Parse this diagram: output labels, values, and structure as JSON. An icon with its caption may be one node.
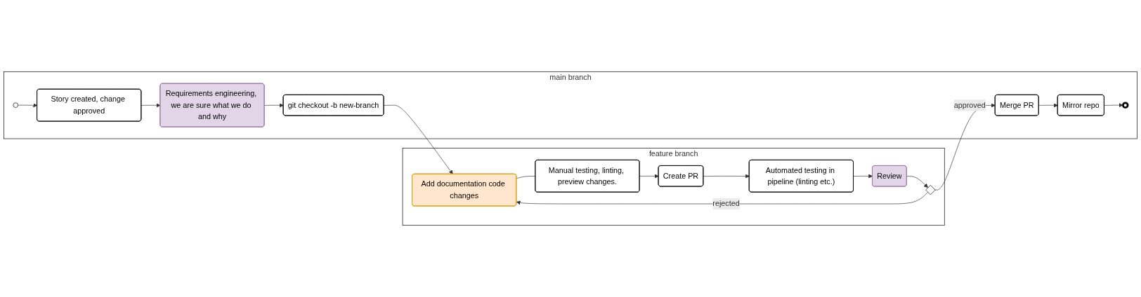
{
  "diagram": {
    "nodes": [
      {
        "text": [
          "feature branch"
        ]
      },
      {
        "text": [
          "Add documentation code changes"
        ],
        "in": 0
      },
      {
        "text": [
          "Manual testing, linting, preview changes."
        ],
        "in": 0
      },
      {
        "text": [
          "Create PR"
        ],
        "in": 0
      },
      {
        "text": [
          "Automated testing in pipeline (linting etc.)"
        ],
        "in": 0
      },
      {
        "text": [
          "Review"
        ],
        "in": 0
      },
      {
        "text": [],
        "shape": "diamond",
        "in": 0
      },
      {
        "text": [
          "main branch"
        ]
      },
      {
        "text": [],
        "shape": "circle",
        "in": 7
      },
      {
        "text": [
          "Story created, change approved"
        ],
        "in": 7
      },
      {
        "text": [
          "Requirements engineering, we are sure what we do and why"
        ],
        "in": 7
      },
      {
        "text": [
          "git checkout -b new-branch"
        ],
        "in": 7
      },
      {
        "text": [
          "Merge PR"
        ],
        "in": 7
      },
      {
        "text": [
          "Mirror repo"
        ],
        "in": 7
      },
      {
        "text": [],
        "shape": "circle",
        "in": 7
      }
    ],
    "edges": [
      {
        "from": 8,
        "to": 9,
        "arrow": "to"
      },
      {
        "from": 9,
        "to": 10,
        "arrow": "to"
      },
      {
        "from": 10,
        "to": 11,
        "arrow": "to"
      },
      {
        "from": 11,
        "to": 1,
        "arrow": "to"
      },
      {
        "from": 1,
        "to": 2,
        "arrow": "none"
      },
      {
        "from": 2,
        "to": 3,
        "arrow": "to"
      },
      {
        "from": 3,
        "to": 4,
        "arrow": "to"
      },
      {
        "from": 4,
        "to": 5,
        "arrow": "to"
      },
      {
        "from": 5,
        "to": 6,
        "arrow": "to"
      },
      {
        "from": 6,
        "to": 1,
        "arrow": "to",
        "label": "rejected"
      },
      {
        "from": 6,
        "to": 12,
        "arrow": "to",
        "label": "approved"
      },
      {
        "from": 12,
        "to": 13,
        "arrow": "to"
      },
      {
        "from": 13,
        "to": 14,
        "arrow": "to"
      }
    ]
  }
}
